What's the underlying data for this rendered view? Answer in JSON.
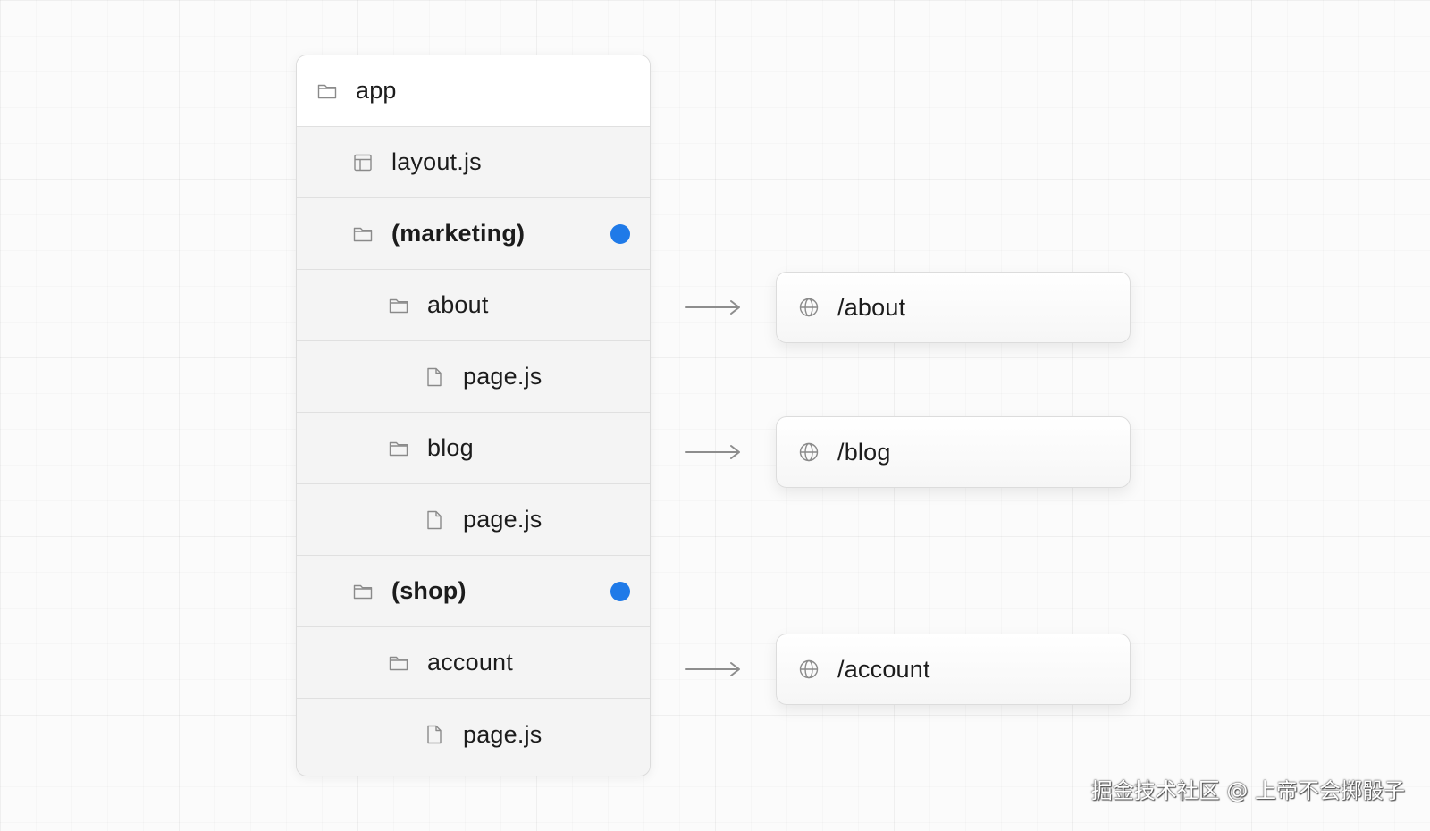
{
  "colors": {
    "group_dot": "#1f7ae8",
    "icon_stroke": "#8a8a8a",
    "arrow": "#8d8d8d"
  },
  "tree": {
    "rows": [
      {
        "label": "app",
        "icon": "folder-icon",
        "depth": 0,
        "bold": false
      },
      {
        "label": "layout.js",
        "icon": "layout-icon",
        "depth": 1,
        "bold": false
      },
      {
        "label": "(marketing)",
        "icon": "folder-icon",
        "depth": 1,
        "bold": true,
        "route_group": true
      },
      {
        "label": "about",
        "icon": "folder-icon",
        "depth": 2,
        "bold": false
      },
      {
        "label": "page.js",
        "icon": "file-icon",
        "depth": 3,
        "bold": false
      },
      {
        "label": "blog",
        "icon": "folder-icon",
        "depth": 2,
        "bold": false
      },
      {
        "label": "page.js",
        "icon": "file-icon",
        "depth": 3,
        "bold": false
      },
      {
        "label": "(shop)",
        "icon": "folder-icon",
        "depth": 1,
        "bold": true,
        "route_group": true
      },
      {
        "label": "account",
        "icon": "folder-icon",
        "depth": 2,
        "bold": false
      },
      {
        "label": "page.js",
        "icon": "file-icon",
        "depth": 3,
        "bold": false
      }
    ]
  },
  "routes": [
    {
      "label": "/about",
      "icon": "globe-icon",
      "source": "about"
    },
    {
      "label": "/blog",
      "icon": "globe-icon",
      "source": "blog"
    },
    {
      "label": "/account",
      "icon": "globe-icon",
      "source": "account"
    }
  ],
  "watermark": "掘金技术社区 @ 上帝不会掷骰子"
}
